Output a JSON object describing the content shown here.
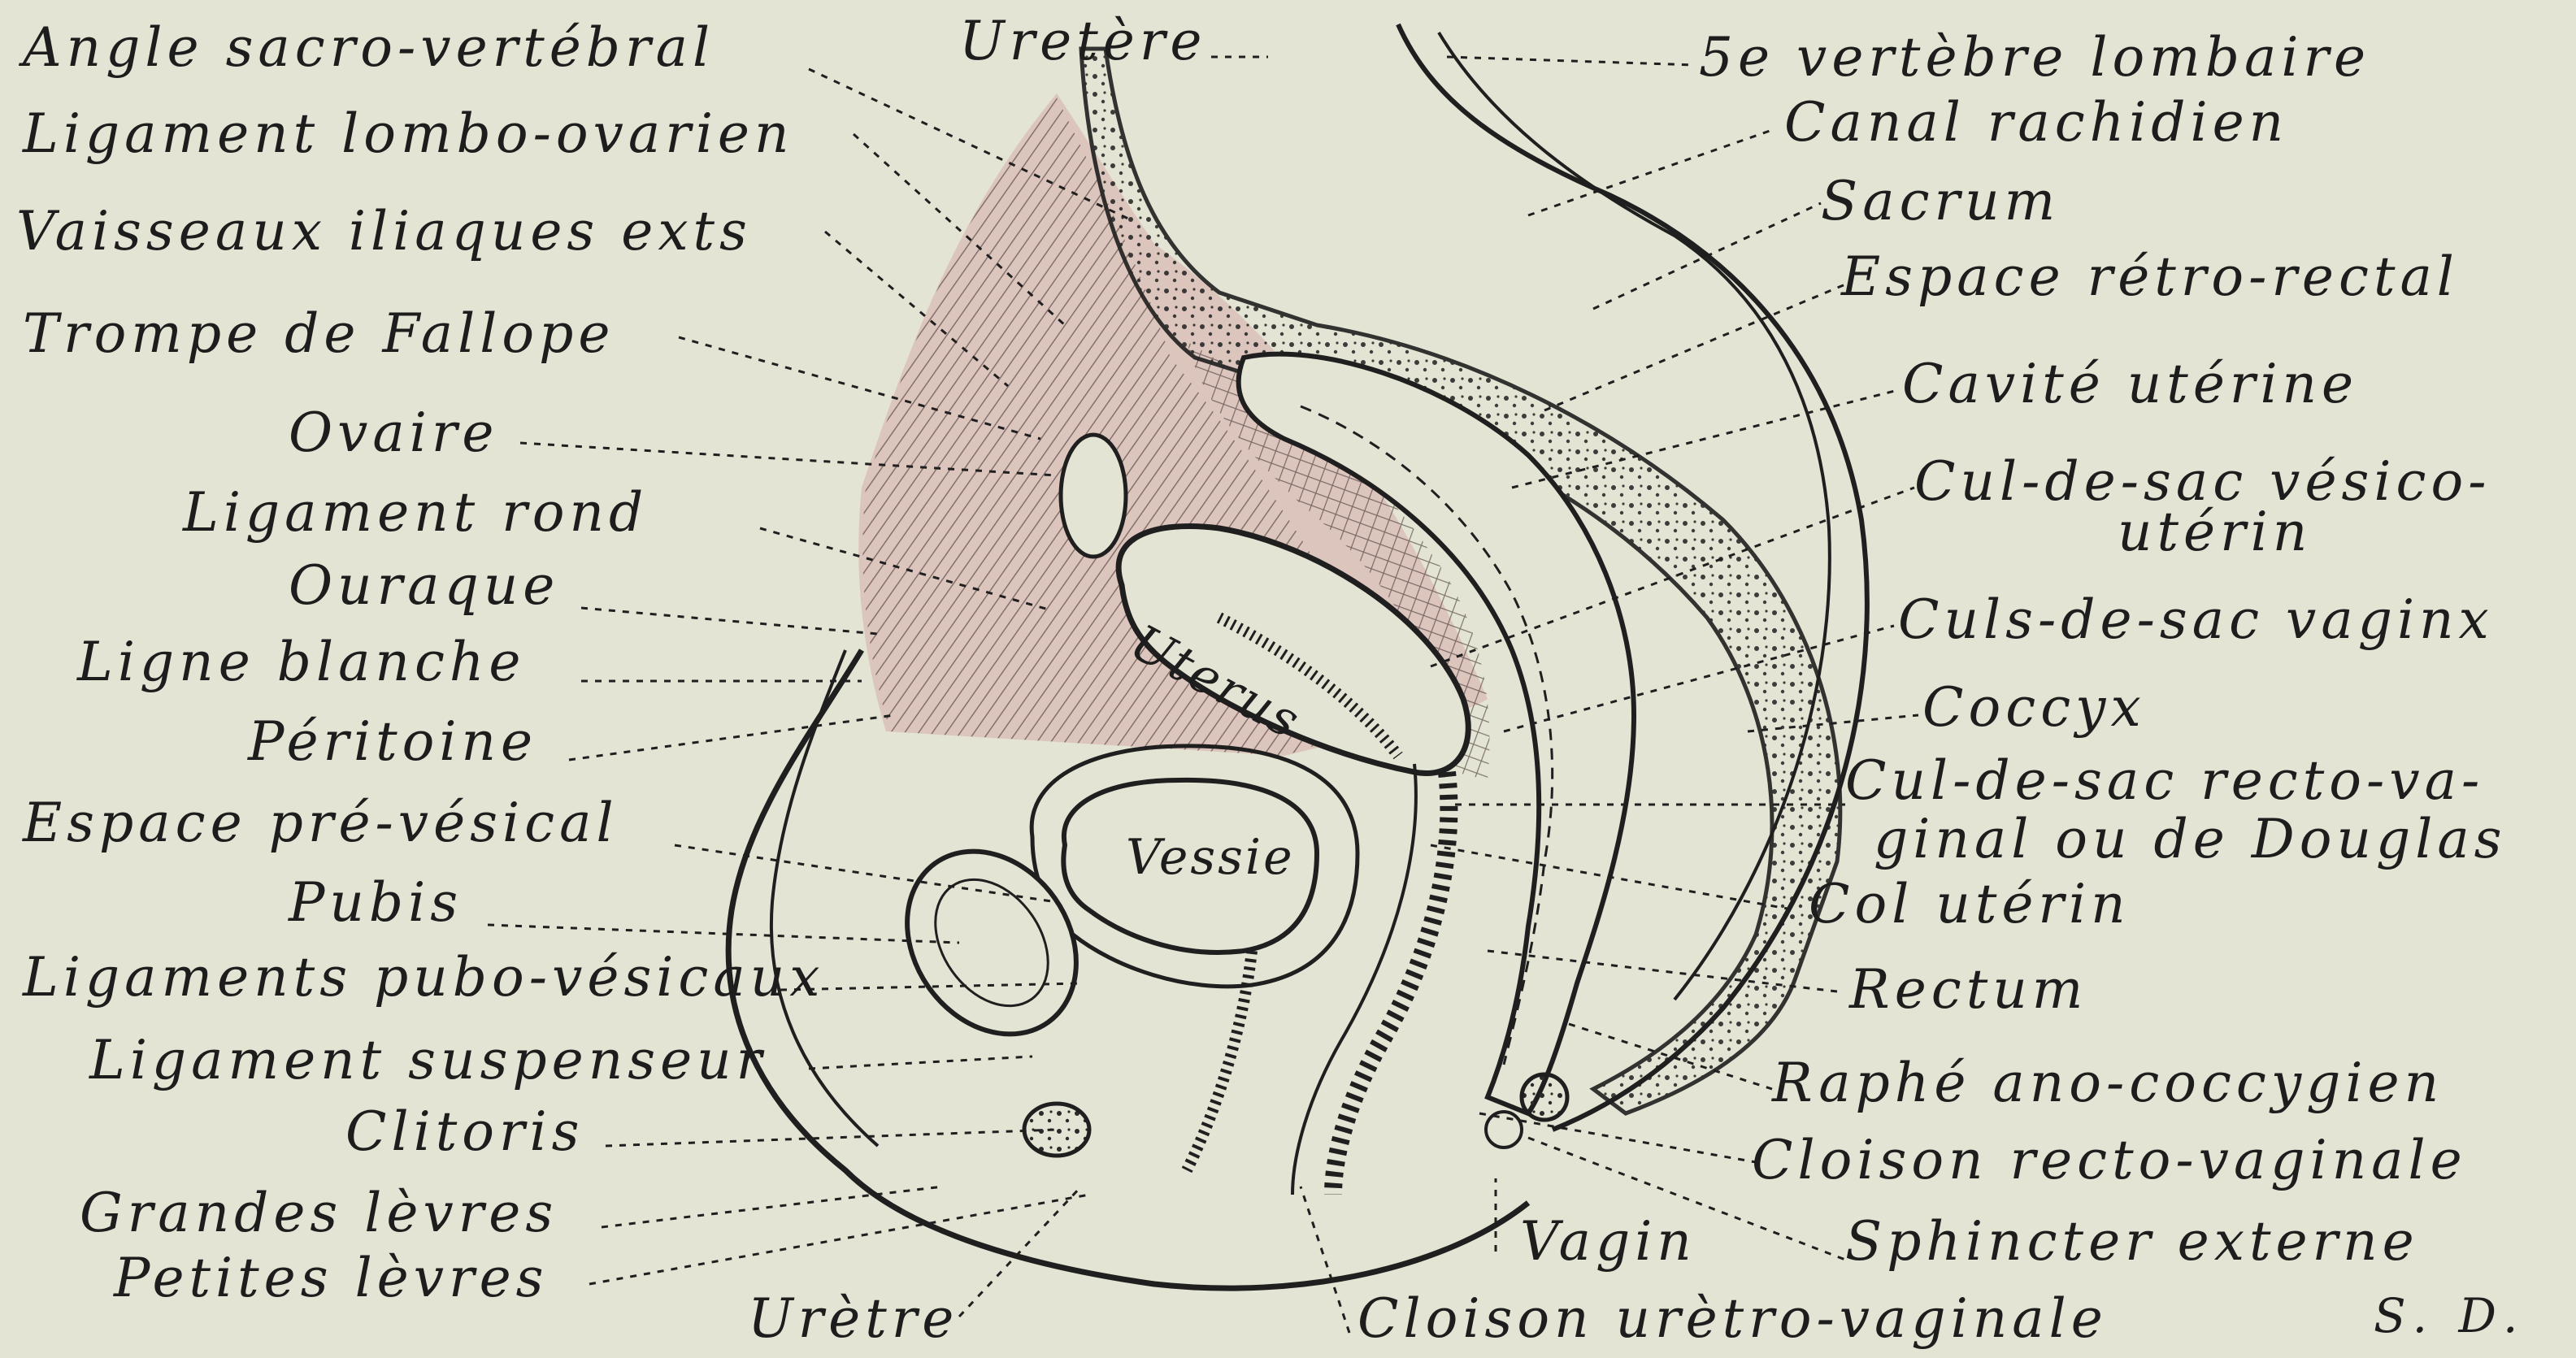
{
  "labels": {
    "left": [
      "Angle sacro-vertébral",
      "Ligament lombo-ovarien",
      "Vaisseaux iliaques exts",
      "Trompe de Fallope",
      "Ovaire",
      "Ligament rond",
      "Ouraque",
      "Ligne blanche",
      "Péritoine",
      "Espace pré-vésical",
      "Pubis",
      "Ligaments pubo-vésicaux",
      "Ligament suspenseur",
      "Clitoris",
      "Grandes lèvres",
      "Petites lèvres"
    ],
    "right": [
      "5e vertèbre lombaire",
      "Canal rachidien",
      "Sacrum",
      "Espace rétro-rectal",
      "Cavité utérine",
      "Cul-de-sac vésico-",
      "utérin",
      "Culs-de-sac vaginx",
      "Coccyx",
      "Cul-de-sac recto-va-",
      "ginal ou de Douglas",
      "Col utérin",
      "Rectum",
      "Raphé ano-coccygien",
      "Cloison recto-vaginale",
      "Sphincter externe"
    ],
    "top": [
      "Uretère"
    ],
    "bottom": [
      "Urètre",
      "Vagin",
      "Cloison urètro-vaginale"
    ],
    "organs": [
      "Uterus",
      "Vessie"
    ],
    "signature": "S. D."
  },
  "colors": {
    "background": "#e4e4d4",
    "ink": "#1f1f1f",
    "peritoneum_tint": "#d8b8b4"
  }
}
